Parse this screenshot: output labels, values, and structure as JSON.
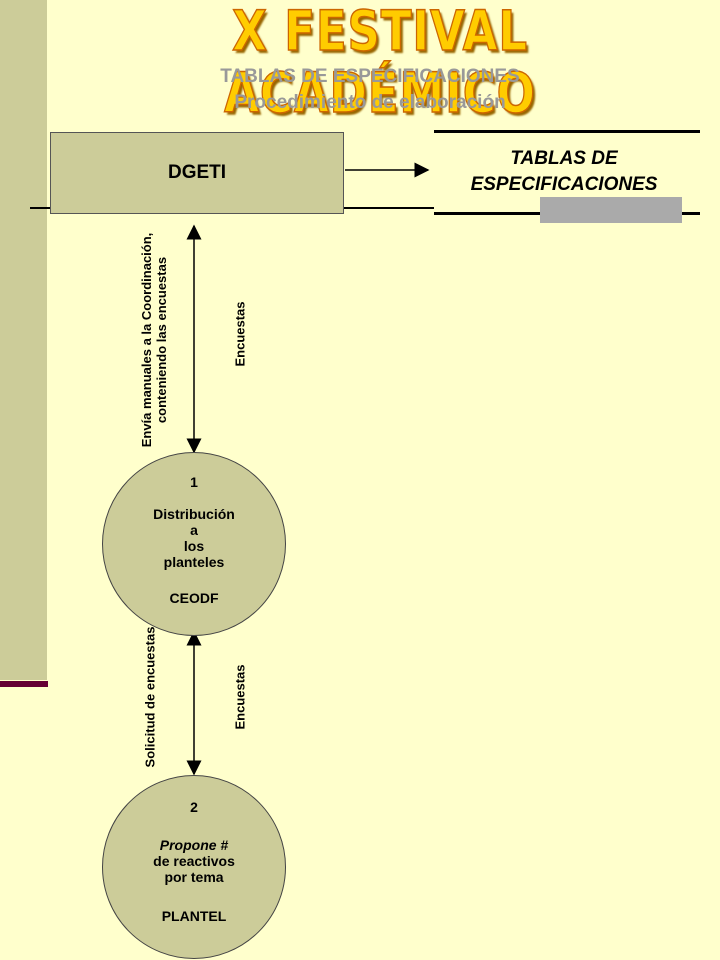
{
  "header": {
    "banner": "X FESTIVAL ACADÉMICO",
    "title": "TABLAS DE ESPECIFICACIONES",
    "subtitle": "Procedimiento de elaboración"
  },
  "diagram": {
    "entity": "DGETI",
    "output_line1": "TABLAS DE",
    "output_line2": "ESPECIFICACIONES",
    "flows": {
      "dgeti_to_node1_line1": "Envía manuales a la Coordinación,",
      "dgeti_to_node1_line2": "conteniendo las encuestas",
      "node1_to_dgeti": "Encuestas",
      "node2_to_node1": "Solicitud de encuestas",
      "node1_to_node2": "Encuestas"
    },
    "nodes": [
      {
        "number": "1",
        "line1": "Distribución",
        "line2": "a",
        "line3": "los",
        "line4": "planteles",
        "actor": "CEODF"
      },
      {
        "number": "2",
        "line1": "Propone #",
        "line2": "de reactivos",
        "line3": "por tema",
        "actor": "PLANTEL"
      }
    ]
  },
  "colors": {
    "background": "#ffffcc",
    "box_fill": "#cccc99",
    "banner": "#ffcc00",
    "accent": "#660033"
  }
}
